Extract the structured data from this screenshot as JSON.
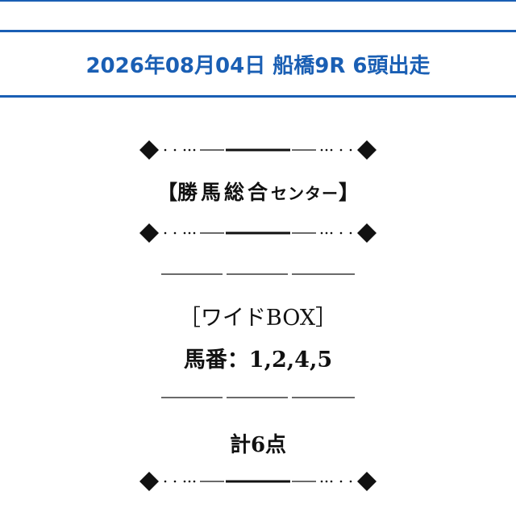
{
  "header": {
    "title": "2026年08月04日 船橋9R 6頭出走"
  },
  "brand": {
    "open_bracket": "【",
    "name": "勝馬総合",
    "suffix": "センター",
    "close_bracket": "】"
  },
  "bet": {
    "type": "［ワイドBOX］",
    "horses": "馬番：1,2,4,5",
    "total": "計6点"
  },
  "colors": {
    "accent": "#1a5fb4",
    "text": "#111111"
  }
}
